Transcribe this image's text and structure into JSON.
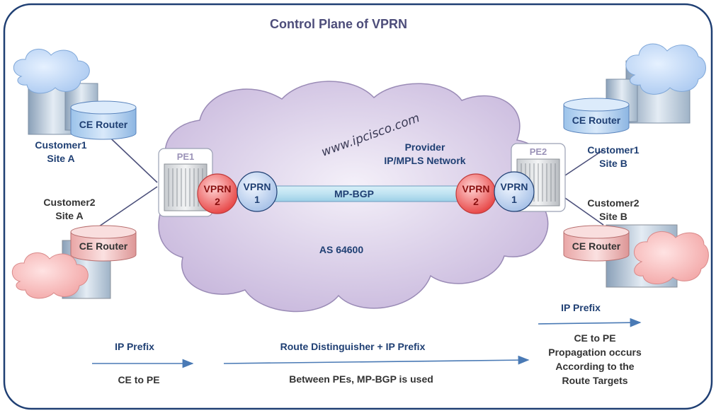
{
  "title": "Control Plane of VPRN",
  "watermark": "www.ipcisco.com",
  "provider_network": {
    "line1": "Provider",
    "line2": "IP/MPLS Network",
    "as_label": "AS 64600"
  },
  "link_label": "MP-BGP",
  "pe1": {
    "label": "PE1",
    "vprn_red": {
      "line1": "VPRN",
      "line2": "2"
    },
    "vprn_blue": {
      "line1": "VPRN",
      "line2": "1"
    }
  },
  "pe2": {
    "label": "PE2",
    "vprn_red": {
      "line1": "VPRN",
      "line2": "2"
    },
    "vprn_blue": {
      "line1": "VPRN",
      "line2": "1"
    }
  },
  "sites": {
    "c1_site_a": {
      "ce": "CE Router",
      "line1": "Customer1",
      "line2": "Site A"
    },
    "c2_site_a": {
      "ce": "CE Router",
      "line1": "Customer2",
      "line2": "Site A"
    },
    "c1_site_b": {
      "ce": "CE Router",
      "line1": "Customer1",
      "line2": "Site B"
    },
    "c2_site_b": {
      "ce": "CE Router",
      "line1": "Customer2",
      "line2": "Site B"
    }
  },
  "bottom": {
    "left_top": "IP Prefix",
    "left_bottom": "CE to PE",
    "middle_top": "Route Distinguisher + IP Prefix",
    "middle_bottom": "Between PEs, MP-BGP is used",
    "right_top": "IP Prefix",
    "right_lines": [
      "CE to PE",
      "Propagation occurs",
      "According to the",
      "Route Targets"
    ]
  },
  "colors": {
    "frame": "#1f3f73",
    "cloud_provider": "#d8cde6",
    "cloud_blue": "#b7d3f5",
    "cloud_red": "#f6b9b9",
    "vprn_red": "#e84a4a",
    "vprn_blue": "#c5d9f1",
    "arrow": "#4a7ab5"
  }
}
